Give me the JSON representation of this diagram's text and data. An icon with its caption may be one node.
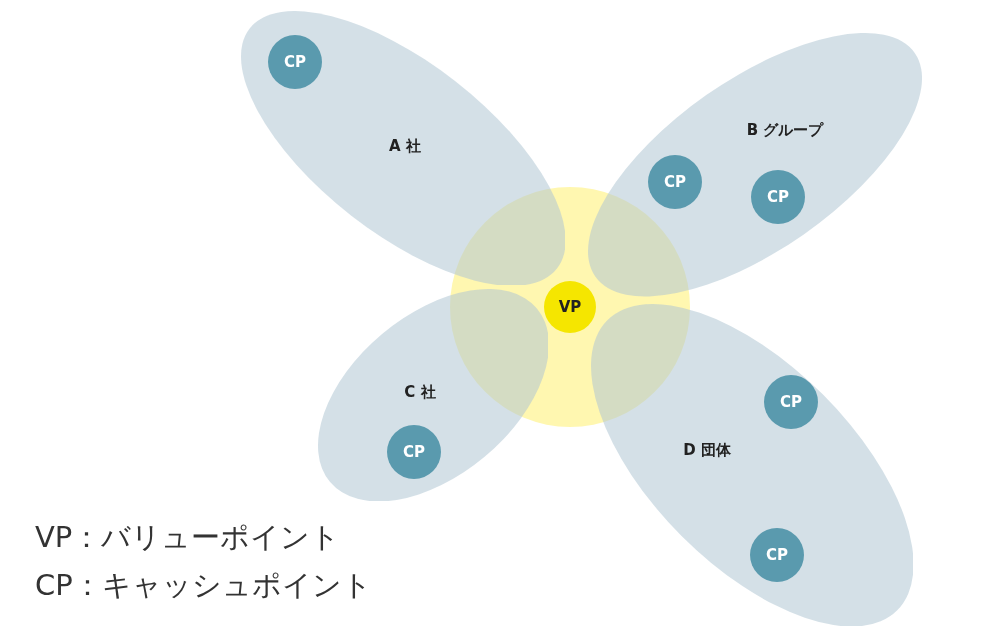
{
  "diagram": {
    "nodes": [
      {
        "text": [
          "A 社"
        ]
      },
      {
        "text": [
          "CP"
        ],
        "in": 0
      },
      {
        "text": [
          "B グループ"
        ]
      },
      {
        "text": [
          "CP"
        ],
        "in": 2
      },
      {
        "text": [
          "CP"
        ],
        "in": 2
      },
      {
        "text": [],
        "shape": "circle"
      },
      {
        "text": [
          "VP"
        ],
        "in": 5
      },
      {
        "text": [
          "C 社"
        ]
      },
      {
        "text": [
          "CP"
        ],
        "in": 7
      },
      {
        "text": [
          "D 団体"
        ]
      },
      {
        "text": [
          "CP"
        ],
        "in": 9
      },
      {
        "text": [
          "CP"
        ],
        "in": 9
      }
    ],
    "edges": [],
    "labels": [
      "VP：バリューポイント",
      "CP：キャッシュポイント"
    ]
  }
}
